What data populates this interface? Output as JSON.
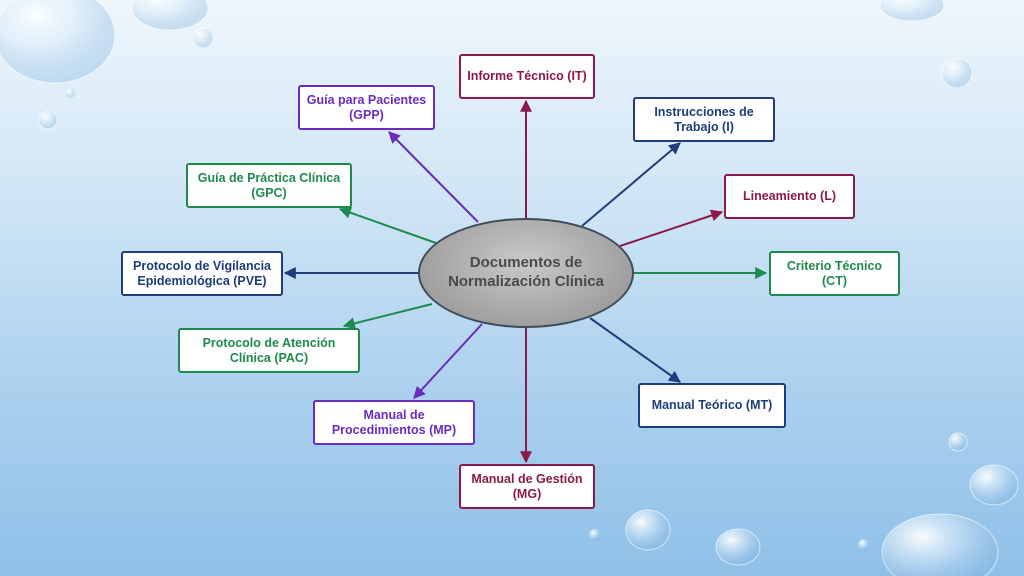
{
  "center": {
    "label": "Documentos de Normalización Clínica"
  },
  "nodes": [
    {
      "id": "it",
      "label": "Informe Técnico (IT)",
      "color": "#8b1a4a"
    },
    {
      "id": "i",
      "label": "Instrucciones de Trabajo (I)",
      "color": "#1f3d7a"
    },
    {
      "id": "l",
      "label": "Lineamiento (L)",
      "color": "#8b1a4a"
    },
    {
      "id": "ct",
      "label": "Criterio Técnico (CT)",
      "color": "#1e8a4e"
    },
    {
      "id": "mt",
      "label": "Manual Teórico (MT)",
      "color": "#1f3d7a"
    },
    {
      "id": "mg",
      "label": "Manual de Gestión (MG)",
      "color": "#8b1a4a"
    },
    {
      "id": "mp",
      "label": "Manual de Procedimientos (MP)",
      "color": "#6a2bbf"
    },
    {
      "id": "pac",
      "label": "Protocolo de Atención Clínica (PAC)",
      "color": "#1e8a4e"
    },
    {
      "id": "pve",
      "label": "Protocolo de Vigilancia Epidemiológica (PVE)",
      "color": "#1f3d7a"
    },
    {
      "id": "gpc",
      "label": "Guía de Práctica Clínica (GPC)",
      "color": "#1e8a4e"
    },
    {
      "id": "gpp",
      "label": "Guía para Pacientes (GPP)",
      "color": "#6a2bbf"
    }
  ]
}
